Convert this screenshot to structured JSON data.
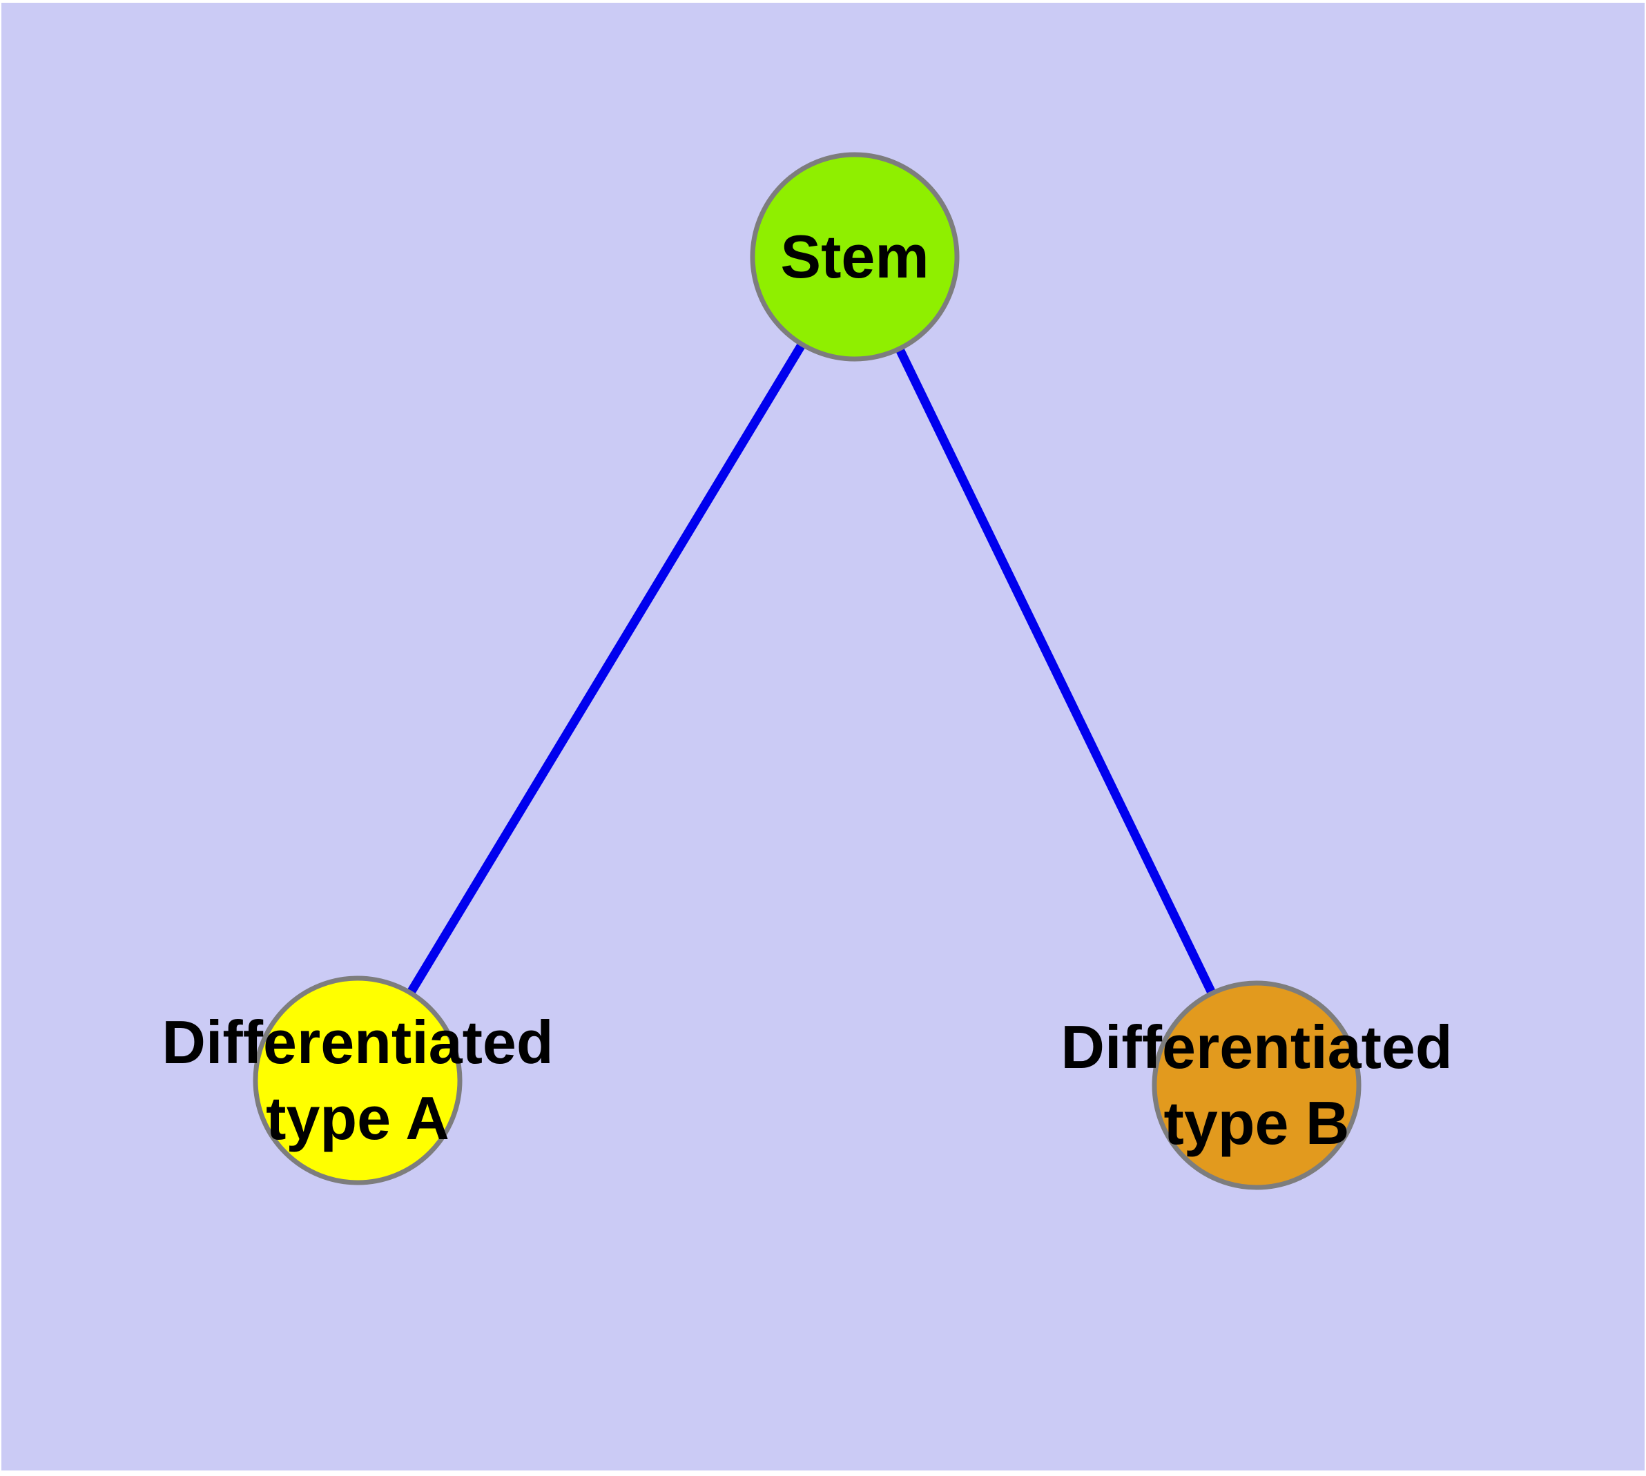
{
  "colors": {
    "page_margin": "#FFFFFF",
    "canvas_background": "#CBCBF5",
    "edge": "#0000EE",
    "node_border": "#7D7D7D",
    "label": "#000000"
  },
  "graph": {
    "nodes": [
      {
        "id": "stem",
        "label": "Stem",
        "fill": "#8FEF00"
      },
      {
        "id": "differentiated-type-a",
        "label": "Differentiated\ntype A",
        "fill": "#FFFF00"
      },
      {
        "id": "differentiated-type-b",
        "label": "Differentiated\ntype B",
        "fill": "#E29A1E"
      }
    ],
    "edges": [
      {
        "from": "stem",
        "to": "differentiated-type-a"
      },
      {
        "from": "stem",
        "to": "differentiated-type-b"
      }
    ]
  }
}
